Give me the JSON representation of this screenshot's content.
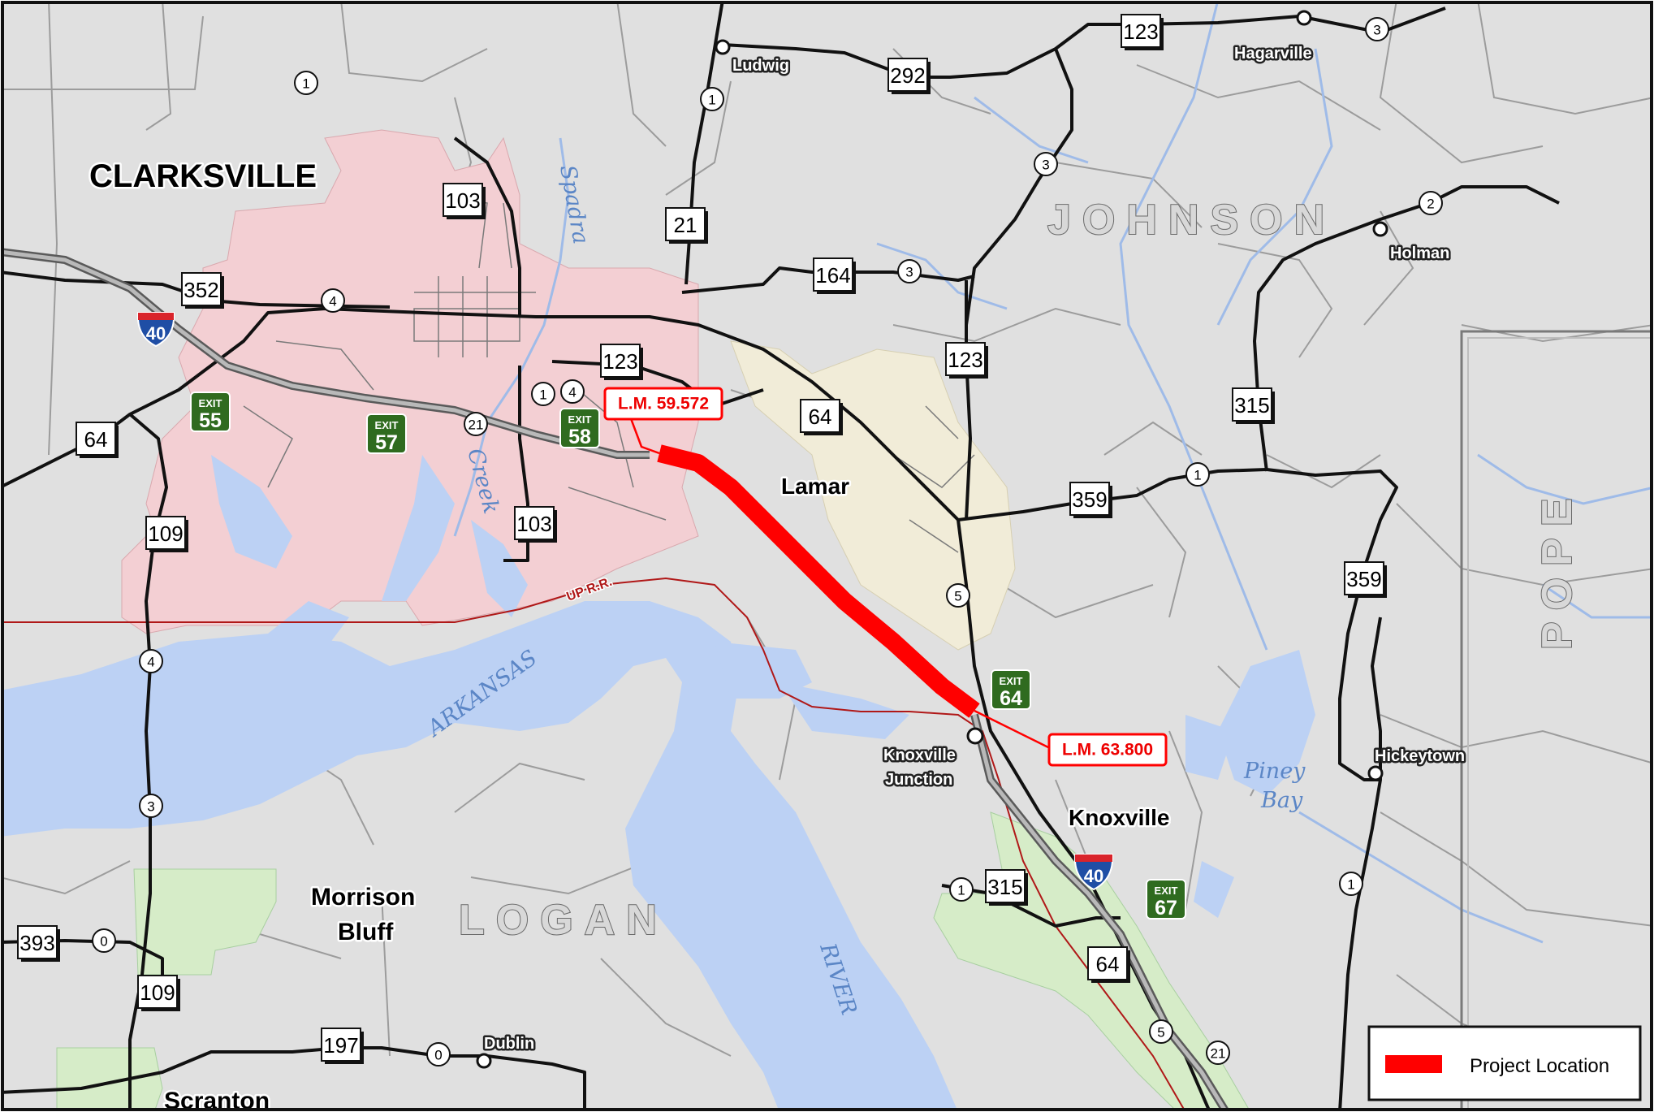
{
  "colors": {
    "land": "#e0e0e0",
    "water": "#bcd1f4",
    "city_area": "#f3cfd3",
    "lamar_area": "#f1ecd8",
    "park": "#d6ecc8",
    "project": "#ff0000",
    "interstate_fill": "#9a9a9a",
    "exit_green": "#2f6b1f"
  },
  "cities": {
    "clarksville": "CLARKSVILLE",
    "lamar": "Lamar",
    "knoxville": "Knoxville",
    "morrison_1": "Morrison",
    "morrison_2": "Bluff",
    "scranton": "Scranton"
  },
  "places": {
    "ludwig": "Ludwig",
    "hagarville": "Hagarville",
    "holman": "Holman",
    "hickeytown": "Hickeytown",
    "dublin": "Dublin",
    "knoxville_junction_1": "Knoxville",
    "knoxville_junction_2": "Junction"
  },
  "counties": {
    "johnson": "JOHNSON",
    "logan": "LOGAN",
    "pope": "POPE"
  },
  "water": {
    "spadra": "Spadra",
    "creek": "Creek",
    "arkansas": "ARKANSAS",
    "river": "RIVER",
    "piney": "Piney",
    "bay": "Bay"
  },
  "railroad": "UP R.R.",
  "interstate": "40",
  "shields": [
    "123",
    "292",
    "103",
    "21",
    "352",
    "164",
    "123",
    "123",
    "64",
    "315",
    "64",
    "103",
    "109",
    "359",
    "359",
    "315",
    "64",
    "393",
    "109",
    "197"
  ],
  "circles": [
    "3",
    "1",
    "1",
    "3",
    "2",
    "4",
    "3",
    "1",
    "4",
    "21",
    "1",
    "5",
    "4",
    "3",
    "1",
    "1",
    "0",
    "0",
    "5",
    "21"
  ],
  "exits": {
    "label": "EXIT",
    "numbers": [
      "55",
      "57",
      "58",
      "64",
      "67"
    ]
  },
  "markers": {
    "start": "L.M. 59.572",
    "end": "L.M. 63.800"
  },
  "legend": {
    "label": "Project Location"
  }
}
